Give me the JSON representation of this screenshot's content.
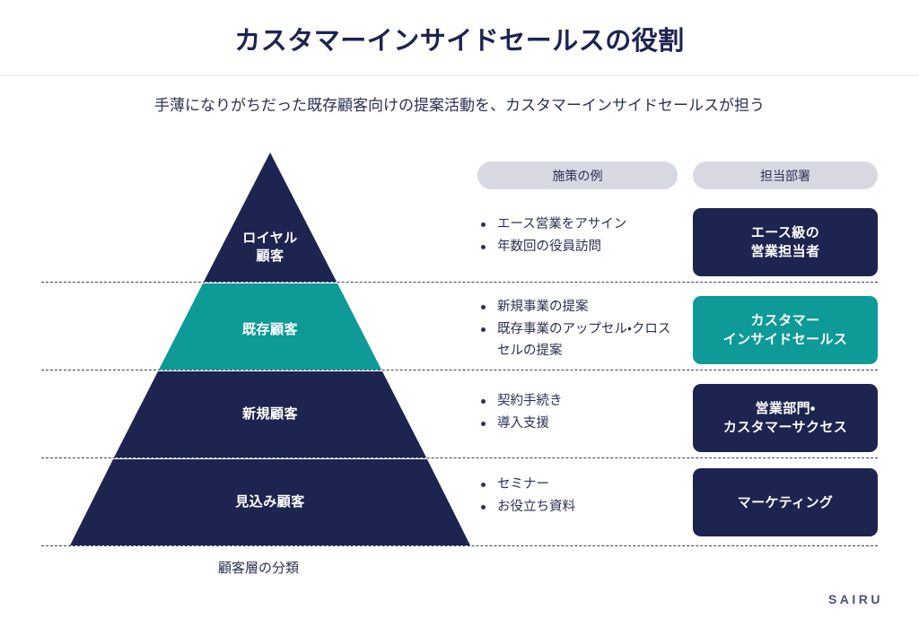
{
  "header": {
    "title": "カスタマーインサイドセールスの役割",
    "subtitle": "手薄になりがちだった既存顧客向けの提案活動を、カスタマーインサイドセールスが担う"
  },
  "columns": {
    "measures_label": "施策の例",
    "department_label": "担当部署"
  },
  "pyramid": {
    "caption": "顧客層の分類",
    "tiers": [
      {
        "label_line1": "ロイヤル",
        "label_line2": "顧客",
        "color": "#1E2450"
      },
      {
        "label_line1": "既存顧客",
        "label_line2": "",
        "color": "#0E9B97"
      },
      {
        "label_line1": "新規顧客",
        "label_line2": "",
        "color": "#1E2450"
      },
      {
        "label_line1": "見込み顧客",
        "label_line2": "",
        "color": "#1E2450"
      }
    ]
  },
  "rows": [
    {
      "measures": [
        "エース営業をアサイン",
        "年数回の役員訪問"
      ],
      "department_line1": "エース級の",
      "department_line2": "営業担当者",
      "department_color": "#1E2450"
    },
    {
      "measures": [
        "新規事業の提案",
        "既存事業のアップセル・クロスセルの提案"
      ],
      "department_line1": "カスタマー",
      "department_line2": "インサイドセールス",
      "department_color": "#0E9B97"
    },
    {
      "measures": [
        "契約手続き",
        "導入支援"
      ],
      "department_line1": "営業部門・",
      "department_line2": "カスタマーサクセス",
      "department_color": "#1E2450"
    },
    {
      "measures": [
        "セミナー",
        "お役立ち資料"
      ],
      "department_line1": "マーケティング",
      "department_line2": "",
      "department_color": "#1E2450"
    }
  ],
  "footer": {
    "logo": "SAIRU"
  },
  "colors": {
    "navy": "#1E2450",
    "teal": "#0E9B97",
    "pill_bg": "#D6D9E2",
    "text": "#2B3152",
    "dash": "#3A4066"
  }
}
